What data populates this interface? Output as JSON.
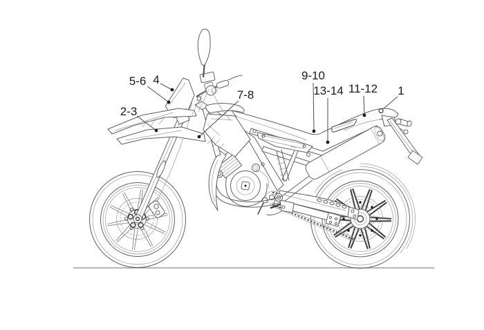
{
  "diagram": {
    "kind": "motorcycle-decal-parts-diagram",
    "background_color": "#ffffff",
    "artwork_line_color": "#5f5f5f",
    "label_color": "#1a1a1a",
    "callouts": [
      {
        "id": "5-6",
        "label": "5-6"
      },
      {
        "id": "4",
        "label": "4"
      },
      {
        "id": "2-3",
        "label": "2-3"
      },
      {
        "id": "7-8",
        "label": "7-8"
      },
      {
        "id": "9-10",
        "label": "9-10"
      },
      {
        "id": "13-14",
        "label": "13-14"
      },
      {
        "id": "11-12",
        "label": "11-12"
      },
      {
        "id": "1",
        "label": "1"
      }
    ]
  }
}
